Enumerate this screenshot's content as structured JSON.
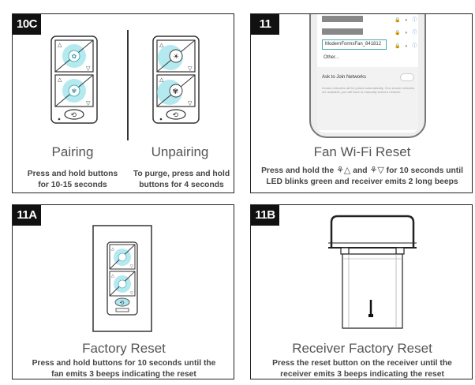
{
  "panels": {
    "p10c": {
      "badge": "10C",
      "left": {
        "title": "Pairing",
        "caption_line1": "Press and hold buttons",
        "caption_line2": "for 10-15 seconds"
      },
      "right": {
        "title": "Unpairing",
        "caption_line1": "To purge, press and hold",
        "caption_line2": "buttons for 4 seconds"
      }
    },
    "p11": {
      "badge": "11",
      "title": "Fan Wi-Fi Reset",
      "caption_pre": "Press and hold the",
      "caption_sym1": "⚘△",
      "caption_and": "and",
      "caption_sym2": "⚘▽",
      "caption_post": "for 10 seconds until",
      "caption_line2": "LED blinks green and receiver emits 2 long beeps",
      "phone": {
        "network_selected": "ModernFormsFan_841812",
        "other": "Other...",
        "ask_label": "Ask to Join Networks",
        "fine_print": "Known networks will be joined automatically. If no known networks are available, you will have to manually select a network."
      }
    },
    "p11a": {
      "badge": "11A",
      "title": "Factory Reset",
      "caption_line1": "Press and hold buttons for 10 seconds until the",
      "caption_line2": "fan emits 3 beeps indicating the reset"
    },
    "p11b": {
      "badge": "11B",
      "title": "Receiver Factory Reset",
      "caption_line1": "Press the reset button on the receiver until the",
      "caption_line2": "receiver emits 3 beeps indicating the reset"
    }
  },
  "colors": {
    "glow": "#9be3ea",
    "border": "#222222",
    "text": "#444444"
  }
}
